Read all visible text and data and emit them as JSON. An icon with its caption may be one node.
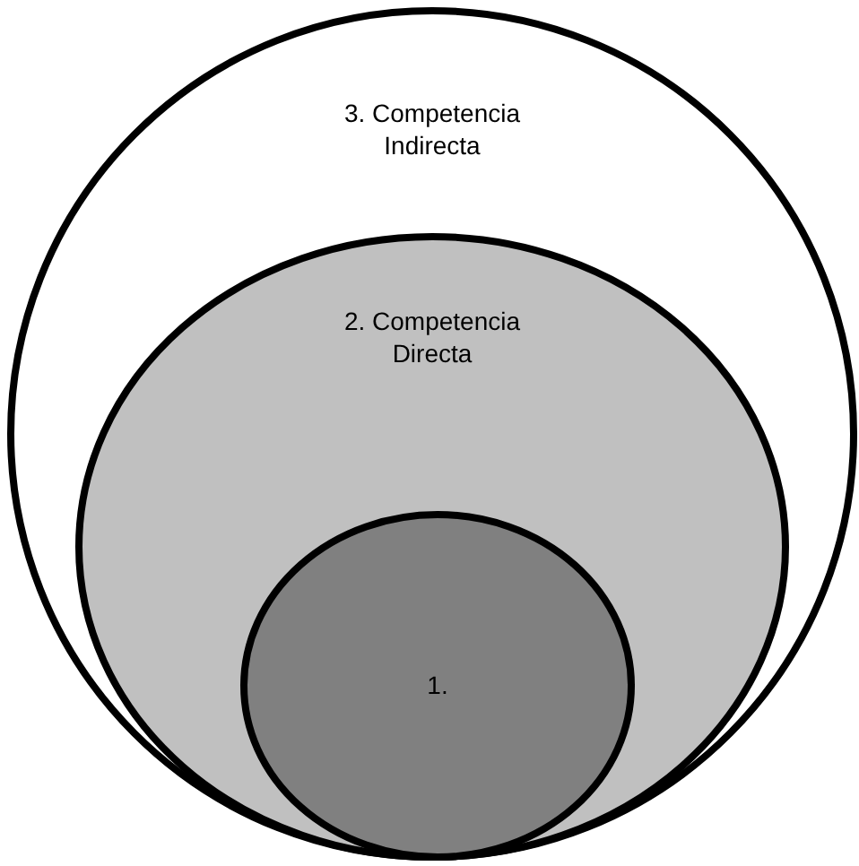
{
  "diagram": {
    "nodes": [
      {
        "text": [
          "3. Competencia Indirecta"
        ]
      },
      {
        "text": [
          "2. Competencia Directa"
        ],
        "in": 0
      },
      {
        "text": [
          "1."
        ],
        "in": 1
      }
    ]
  }
}
